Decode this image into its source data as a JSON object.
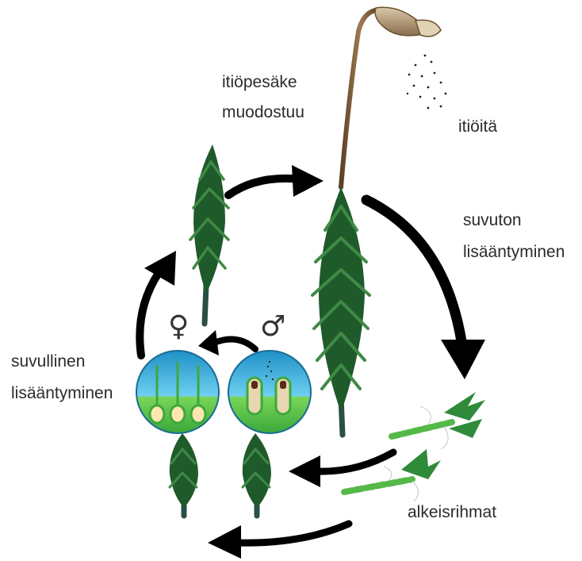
{
  "labels": {
    "capsule_forms": [
      "itiöpesäke",
      "muodostuu"
    ],
    "spores": "itiöitä",
    "asexual": [
      "suvuton",
      "lisääntyminen"
    ],
    "sexual": [
      "suvullinen",
      "lisääntyminen"
    ],
    "protonema": "alkeisrihmat"
  },
  "symbols": {
    "female": "♀",
    "male": "♂"
  },
  "colors": {
    "background": "#ffffff",
    "text": "#2b2b2b",
    "arrow": "#000000",
    "moss_dark": "#1f5a2b",
    "moss_light": "#3f8a45",
    "stem": "#2a5046",
    "seta": "#7a5a3a",
    "capsule": "#b09a7a",
    "circle_sky": "#38b6e4",
    "circle_ground": "#5fc63a",
    "protonema": "#55b848"
  }
}
